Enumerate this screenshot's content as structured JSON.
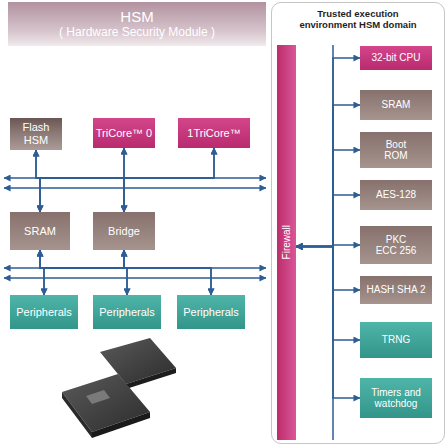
{
  "diagram": {
    "nodes": [
      {
        "text": [
          "HSM",
          "( Hardware Security Module )"
        ]
      },
      {
        "text": [
          "Flash HSM"
        ]
      },
      {
        "text": [
          "TriCore™ 0"
        ]
      },
      {
        "text": [
          "1TriCore™"
        ]
      },
      {
        "text": [
          "SRAM"
        ]
      },
      {
        "text": [
          "Bridge"
        ]
      },
      {
        "text": [
          "Peripherals"
        ]
      },
      {
        "text": [
          "Peripherals"
        ]
      },
      {
        "text": [
          "Peripherals"
        ]
      },
      {
        "text": [
          "Trusted execution environment HSM domain"
        ]
      },
      {
        "text": [
          "Firewall"
        ],
        "in": 9
      },
      {
        "text": [
          "32-bit CPU"
        ],
        "in": 9
      },
      {
        "text": [
          "SRAM"
        ],
        "in": 9
      },
      {
        "text": [
          "Boot ROM"
        ],
        "in": 9
      },
      {
        "text": [
          "AES-128"
        ],
        "in": 9
      },
      {
        "text": [
          "PKC ECC 256"
        ],
        "in": 9
      },
      {
        "text": [
          "HASH SHA 2"
        ],
        "in": 9
      },
      {
        "text": [
          "TRNG"
        ],
        "in": 9
      },
      {
        "text": [
          "Timers and watchdog"
        ],
        "in": 9
      }
    ],
    "edges": [
      {
        "from": 1,
        "to": 4,
        "arrow": "both"
      },
      {
        "from": 1,
        "to": 5,
        "arrow": "both"
      },
      {
        "from": 2,
        "to": 4,
        "arrow": "both"
      },
      {
        "from": 2,
        "to": 5,
        "arrow": "both"
      },
      {
        "from": 3,
        "to": 4,
        "arrow": "both"
      },
      {
        "from": 3,
        "to": 5,
        "arrow": "both"
      },
      {
        "from": 4,
        "to": 6,
        "arrow": "both"
      },
      {
        "from": 4,
        "to": 7,
        "arrow": "both"
      },
      {
        "from": 4,
        "to": 8,
        "arrow": "both"
      },
      {
        "from": 5,
        "to": 6,
        "arrow": "both"
      },
      {
        "from": 5,
        "to": 7,
        "arrow": "both"
      },
      {
        "from": 5,
        "to": 8,
        "arrow": "both"
      },
      {
        "from": 10,
        "to": 11,
        "arrow": "both"
      },
      {
        "from": 10,
        "to": 12,
        "arrow": "both"
      },
      {
        "from": 10,
        "to": 13,
        "arrow": "both"
      },
      {
        "from": 10,
        "to": 14,
        "arrow": "both"
      },
      {
        "from": 10,
        "to": 15,
        "arrow": "both"
      },
      {
        "from": 10,
        "to": 16,
        "arrow": "both"
      },
      {
        "from": 10,
        "to": 17,
        "arrow": "both"
      },
      {
        "from": 10,
        "to": 18,
        "arrow": "both"
      }
    ]
  }
}
